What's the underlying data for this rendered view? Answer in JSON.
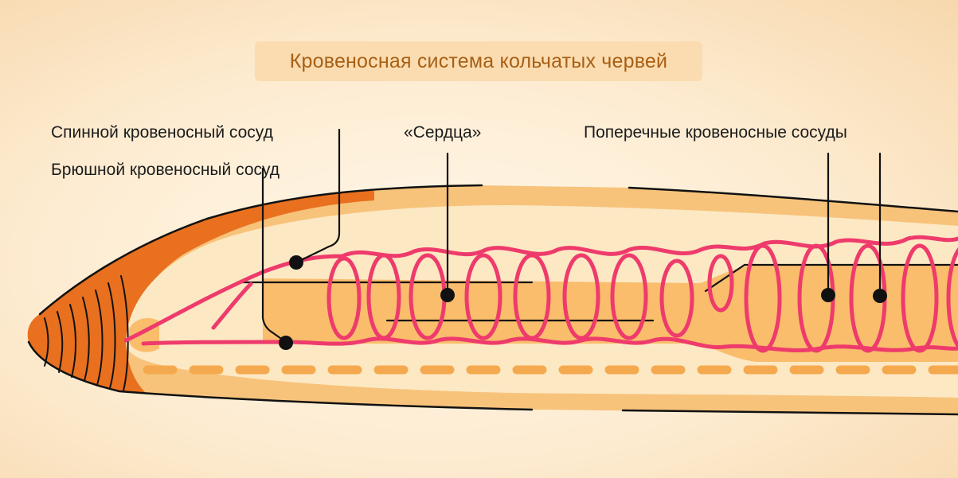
{
  "title": "Кровеносная система кольчатых червей",
  "labels": {
    "dorsal_vessel": "Спинной кровеносный сосуд",
    "ventral_vessel": "Брюшной кровеносный сосуд",
    "hearts": "«Сердца»",
    "transverse_vessels": "Поперечные кровеносные сосуды"
  },
  "colors": {
    "title_text": "#a85f14",
    "title_bg": "#fbdcb0",
    "body_outer": "#f7c37b",
    "body_inner": "#fde8c4",
    "gut": "#f9bd6c",
    "head": "#e8701f",
    "vessel": "#ee3b6c",
    "nerve_cord": "#f5a94e",
    "line": "#111111"
  }
}
